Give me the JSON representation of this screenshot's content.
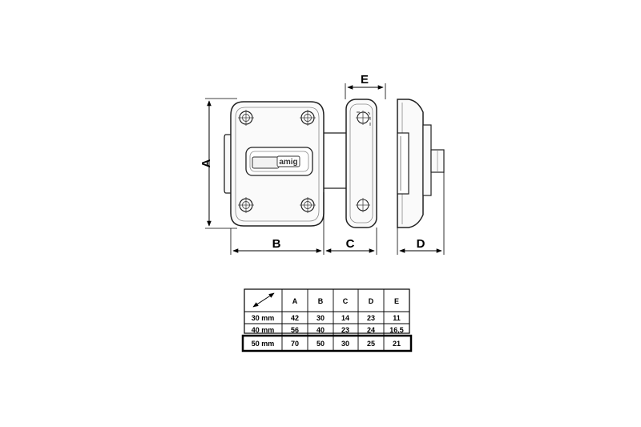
{
  "dimensions": {
    "a": "A",
    "b": "B",
    "c": "C",
    "d": "D",
    "e": "E"
  },
  "logo": {
    "text": "amig"
  },
  "table": {
    "headers": [
      "A",
      "B",
      "C",
      "D",
      "E"
    ],
    "rows": [
      {
        "size": "30 mm",
        "values": [
          "42",
          "30",
          "14",
          "23",
          "11"
        ],
        "highlighted": false
      },
      {
        "size": "40 mm",
        "values": [
          "56",
          "40",
          "23",
          "24",
          "16,5"
        ],
        "highlighted": false
      },
      {
        "size": "50 mm",
        "values": [
          "70",
          "50",
          "30",
          "25",
          "21"
        ],
        "highlighted": true
      }
    ]
  }
}
